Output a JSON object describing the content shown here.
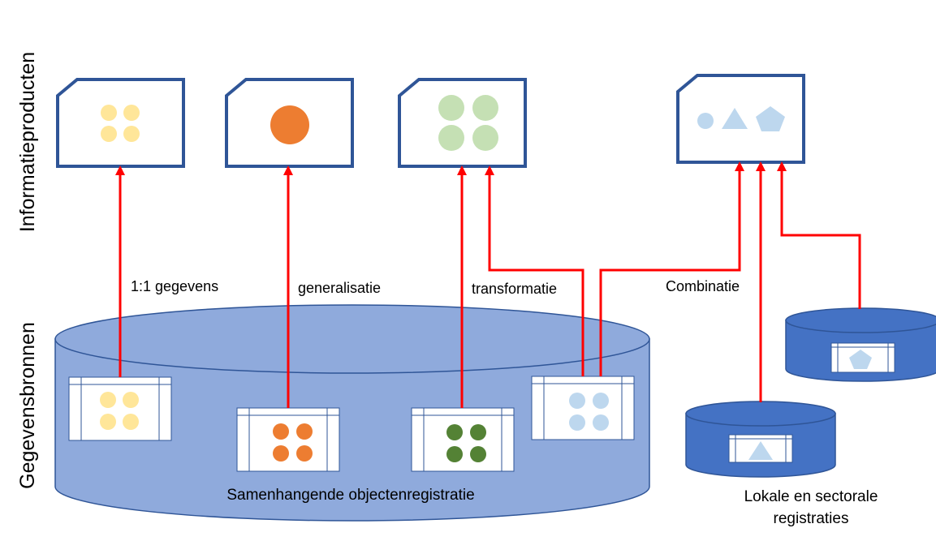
{
  "side_labels": {
    "top": "Informatieproducten",
    "bottom": "Gegevensbronnen"
  },
  "edge_labels": {
    "one_to_one": "1:1 gegevens",
    "generalisation": "generalisatie",
    "transformation": "transformatie",
    "combination": "Combinatie"
  },
  "sources": {
    "main": "Samenhangende objectenregistratie",
    "local_line1": "Lokale en sectorale",
    "local_line2": "registraties"
  },
  "colors": {
    "product_border": "#2f5597",
    "arrow": "#ff0000",
    "main_cylinder_fill": "#8faadc",
    "main_cylinder_stroke": "#2f5597",
    "small_cylinder_fill": "#4472c4",
    "yellow": "#ffe699",
    "orange": "#ed7d31",
    "light_green": "#c5e0b4",
    "dark_green": "#548235",
    "light_blue": "#bdd7ee"
  }
}
